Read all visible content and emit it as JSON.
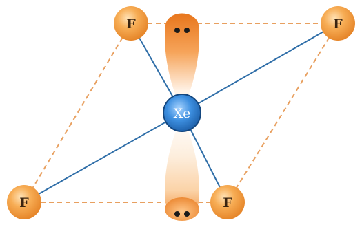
{
  "diagram": {
    "central_atom": {
      "label": "Xe"
    },
    "outer_atoms": [
      {
        "id": "top-left",
        "label": "F"
      },
      {
        "id": "top-right",
        "label": "F"
      },
      {
        "id": "bottom-left",
        "label": "F"
      },
      {
        "id": "bottom-right",
        "label": "F"
      }
    ],
    "lone_pairs": [
      {
        "id": "upper",
        "electrons": 2
      },
      {
        "id": "lower",
        "electrons": 2
      }
    ],
    "colors": {
      "fluorine": "#f0a040",
      "xenon": "#2a78c8",
      "bond": "#2f6ea8",
      "outline": "#e8a060",
      "lobe": "#e8781e"
    }
  }
}
